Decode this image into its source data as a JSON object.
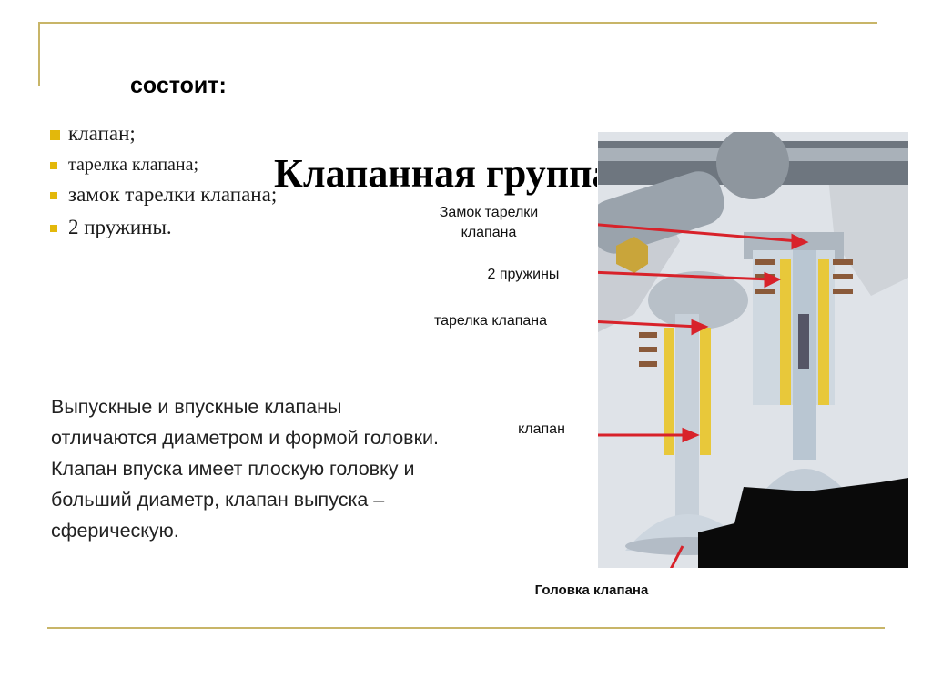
{
  "heading": "состоит:",
  "bullets": [
    "клапан;",
    "тарелка клапана;",
    "замок тарелки клапана;",
    "2 пружины."
  ],
  "title": "Клапанная группа",
  "paragraph": "Выпускные и впускные клапаны отличаются диаметром и формой головки. Клапан впуска имеет плоскую головку и больший диаметр, клапан выпуска –сферическую.",
  "figure_labels": {
    "lock_line1": "Замок тарелки",
    "lock_line2": "клапана",
    "springs": "2 пружины",
    "plate": "тарелка клапана",
    "valve": "клапан",
    "head": "Головка клапана"
  },
  "colors": {
    "rule": "#c8b568",
    "bullet": "#e3b80b",
    "arrow": "#d8222a"
  }
}
